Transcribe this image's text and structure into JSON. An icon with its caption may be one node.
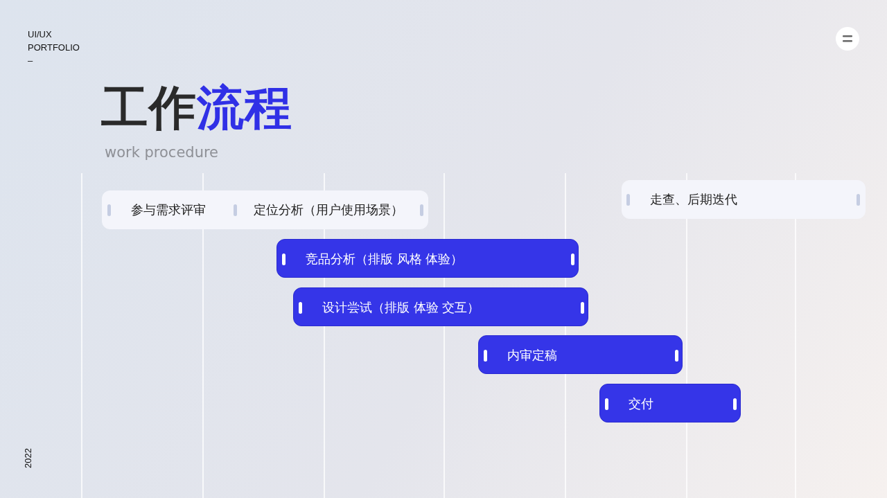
{
  "diagram": {
    "title": "工作流程",
    "nodes": [
      {
        "text": [
          "参与需求评审",
          "定位分析（用户使用场景）"
        ]
      },
      {
        "text": [
          "走查、后期迭代"
        ]
      },
      {
        "text": [
          "竞品分析（排版  风格  体验）"
        ]
      },
      {
        "text": [
          "设计尝试（排版 体验 交互）"
        ]
      },
      {
        "text": [
          "内审定稿"
        ]
      },
      {
        "text": [
          "交付"
        ]
      }
    ],
    "labels": [
      "UI/UX PORTFOLIO –",
      "work procedure",
      "2022"
    ]
  }
}
